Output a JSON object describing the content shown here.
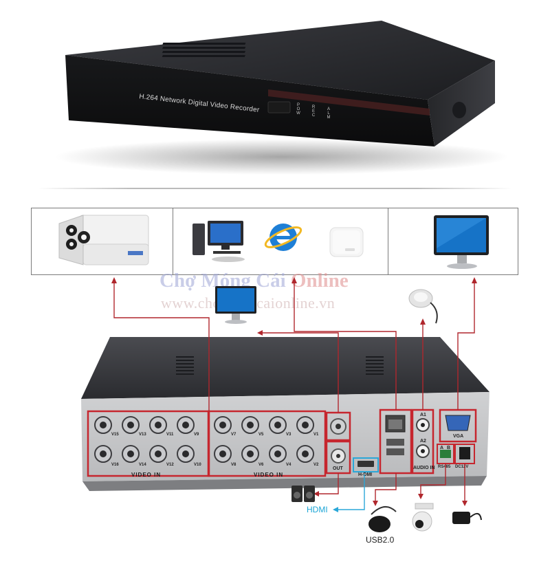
{
  "dvr_front": {
    "model_label": "H.264 Network Digital Video Recorder",
    "led_pow": "POW",
    "led_rec": "REC",
    "led_alm": "ALM"
  },
  "watermark": {
    "brand_part1": "Chợ Móng Cái",
    "brand_part2": "Online",
    "url": "www.chomongcaionline.vn"
  },
  "rear_panel": {
    "video_in_label_left": "VIDEO IN",
    "video_in_label_right": "VIDEO IN",
    "bnc_top_row_left": [
      "V15",
      "V13",
      "V11",
      "V9"
    ],
    "bnc_bottom_row_left": [
      "V16",
      "V14",
      "V12",
      "V10"
    ],
    "bnc_top_row_right": [
      "V7",
      "V5",
      "V3",
      "V1"
    ],
    "bnc_bottom_row_right": [
      "V8",
      "V6",
      "V4",
      "V2"
    ],
    "out_label": "OUT",
    "hdmi_port_label": "H-DMI",
    "audio_a1": "A1",
    "audio_a2": "A2",
    "audio_in_label": "AUDIO IN",
    "vga_label": "VGA",
    "rs485_label": "RS485",
    "dc12v_label": "DC12V",
    "rs485_a": "A",
    "rs485_b": "B"
  },
  "captions": {
    "hdmi": "HDMI",
    "usb": "USB2.0"
  },
  "colors": {
    "connector_line": "#b0272d",
    "hdmi_line": "#2aa7d8",
    "highlight_box": "#c6262e",
    "panel_dark": "#2d2e32"
  }
}
